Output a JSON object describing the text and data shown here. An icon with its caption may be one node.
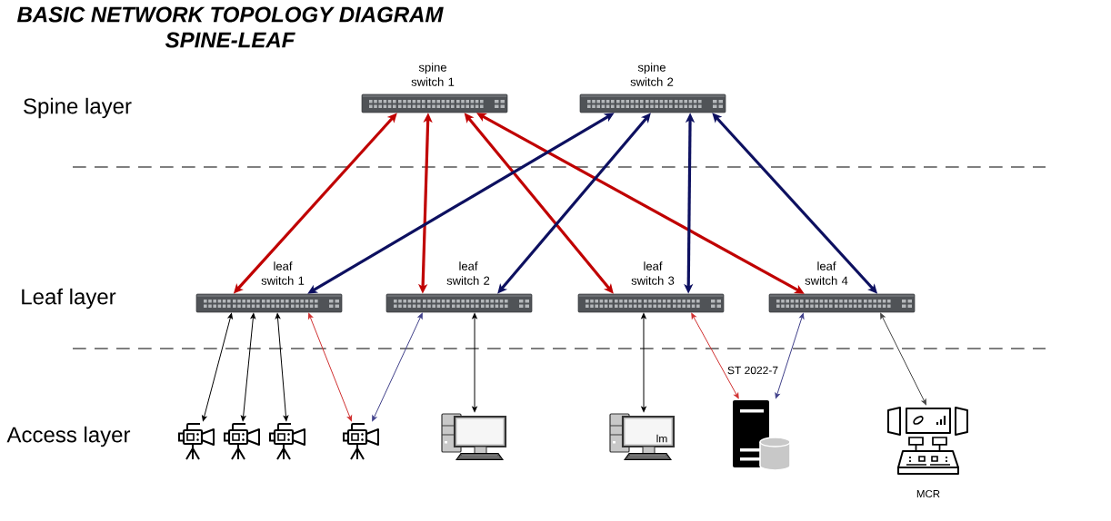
{
  "diagram": {
    "title": "BASIC NETWORK TOPOLOGY DIAGRAM SPINE-LEAF",
    "nodes": [
      {
        "text": [
          "spine switch 1"
        ]
      },
      {
        "text": [
          "spine switch 2"
        ]
      },
      {
        "text": [
          "leaf switch 1"
        ]
      },
      {
        "text": [
          "leaf switch 2"
        ]
      },
      {
        "text": [
          "leaf switch 3"
        ]
      },
      {
        "text": [
          "leaf switch 4"
        ]
      },
      {
        "text": [],
        "shape": "picture"
      },
      {
        "text": [],
        "shape": "picture"
      },
      {
        "text": [],
        "shape": "picture"
      },
      {
        "text": [],
        "shape": "picture"
      },
      {
        "text": [],
        "shape": "picture"
      },
      {
        "text": [
          "lm"
        ]
      },
      {
        "text": [],
        "shape": "picture"
      },
      {
        "text": [
          "MCR"
        ]
      }
    ],
    "edges": [
      {
        "from": 0,
        "to": 2,
        "arrow": "both",
        "style": "thick",
        "color": "#c00000"
      },
      {
        "from": 0,
        "to": 3,
        "arrow": "both",
        "style": "thick",
        "color": "#c00000"
      },
      {
        "from": 0,
        "to": 4,
        "arrow": "both",
        "style": "thick",
        "color": "#c00000"
      },
      {
        "from": 0,
        "to": 5,
        "arrow": "both",
        "style": "thick",
        "color": "#c00000"
      },
      {
        "from": 1,
        "to": 2,
        "arrow": "both",
        "style": "thick",
        "color": "#0d1060"
      },
      {
        "from": 1,
        "to": 3,
        "arrow": "both",
        "style": "thick",
        "color": "#0d1060"
      },
      {
        "from": 1,
        "to": 4,
        "arrow": "both",
        "style": "thick",
        "color": "#0d1060"
      },
      {
        "from": 1,
        "to": 5,
        "arrow": "both",
        "style": "thick",
        "color": "#0d1060"
      },
      {
        "from": 2,
        "to": 6,
        "arrow": "both"
      },
      {
        "from": 2,
        "to": 7,
        "arrow": "both"
      },
      {
        "from": 2,
        "to": 8,
        "arrow": "both"
      },
      {
        "from": 2,
        "to": 9,
        "arrow": "both",
        "color": "#d03030"
      },
      {
        "from": 3,
        "to": 9,
        "arrow": "both",
        "color": "#40408a"
      },
      {
        "from": 3,
        "to": 10,
        "arrow": "both"
      },
      {
        "from": 4,
        "to": 11,
        "arrow": "both"
      },
      {
        "from": 4,
        "to": 12,
        "arrow": "both",
        "color": "#d03030"
      },
      {
        "from": 5,
        "to": 12,
        "arrow": "both",
        "color": "#40408a"
      },
      {
        "from": 5,
        "to": 13,
        "arrow": "both",
        "color": "#444444"
      }
    ],
    "labels": [
      "Spine layer",
      "Leaf layer",
      "Access layer",
      "ST 2022-7"
    ]
  }
}
